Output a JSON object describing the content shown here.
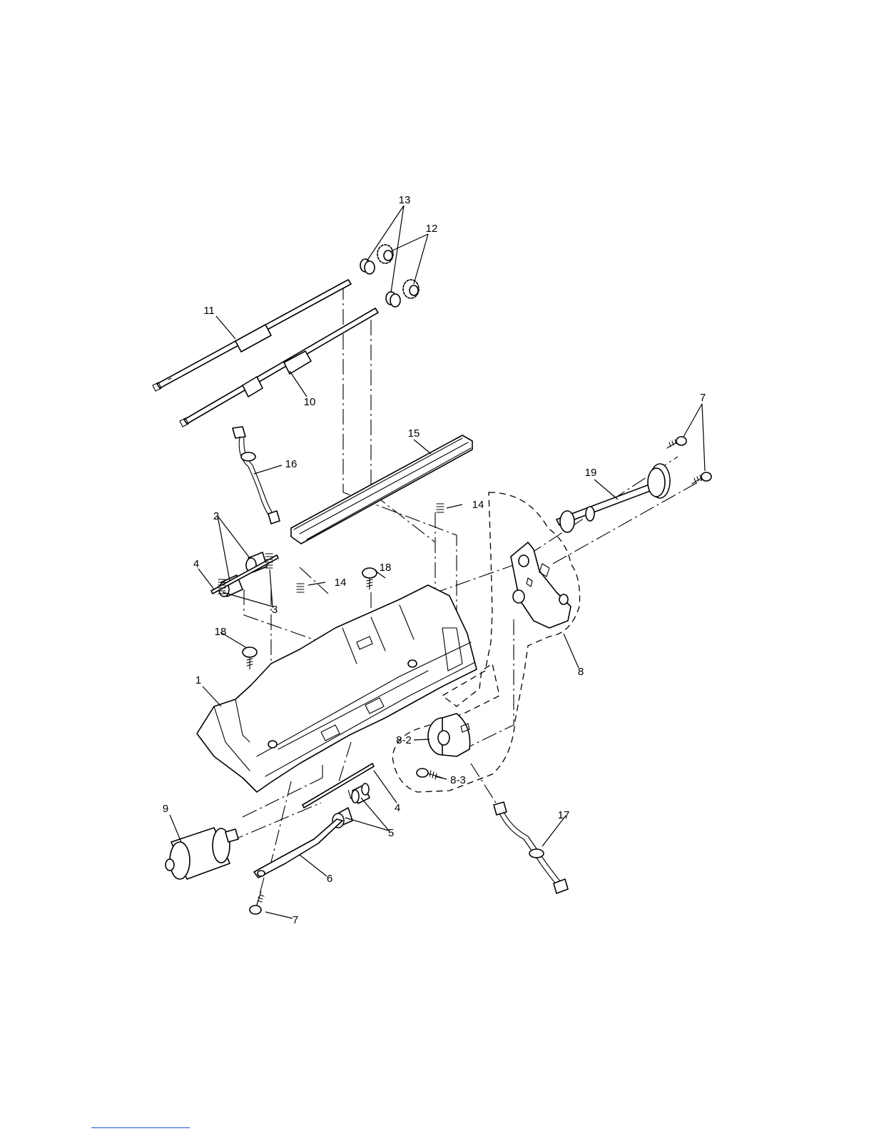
{
  "diagram": {
    "callouts": [
      {
        "id": "c13",
        "text": "13"
      },
      {
        "id": "c12",
        "text": "12"
      },
      {
        "id": "c11",
        "text": "11"
      },
      {
        "id": "c10",
        "text": "10"
      },
      {
        "id": "c7a",
        "text": "7"
      },
      {
        "id": "c15",
        "text": "15"
      },
      {
        "id": "c19",
        "text": "19"
      },
      {
        "id": "c16",
        "text": "16"
      },
      {
        "id": "c14a",
        "text": "14"
      },
      {
        "id": "c2",
        "text": "2"
      },
      {
        "id": "c4a",
        "text": "4"
      },
      {
        "id": "c18a",
        "text": "18"
      },
      {
        "id": "c14b",
        "text": "14"
      },
      {
        "id": "c3",
        "text": "3"
      },
      {
        "id": "c18b",
        "text": "18"
      },
      {
        "id": "c8",
        "text": "8"
      },
      {
        "id": "c1",
        "text": "1"
      },
      {
        "id": "c8-2",
        "text": "8-2"
      },
      {
        "id": "c8-3",
        "text": "8-3"
      },
      {
        "id": "c9",
        "text": "9"
      },
      {
        "id": "c4b",
        "text": "4"
      },
      {
        "id": "c5",
        "text": "5"
      },
      {
        "id": "c17",
        "text": "17"
      },
      {
        "id": "c6",
        "text": "6"
      },
      {
        "id": "c7b",
        "text": "7"
      }
    ]
  }
}
